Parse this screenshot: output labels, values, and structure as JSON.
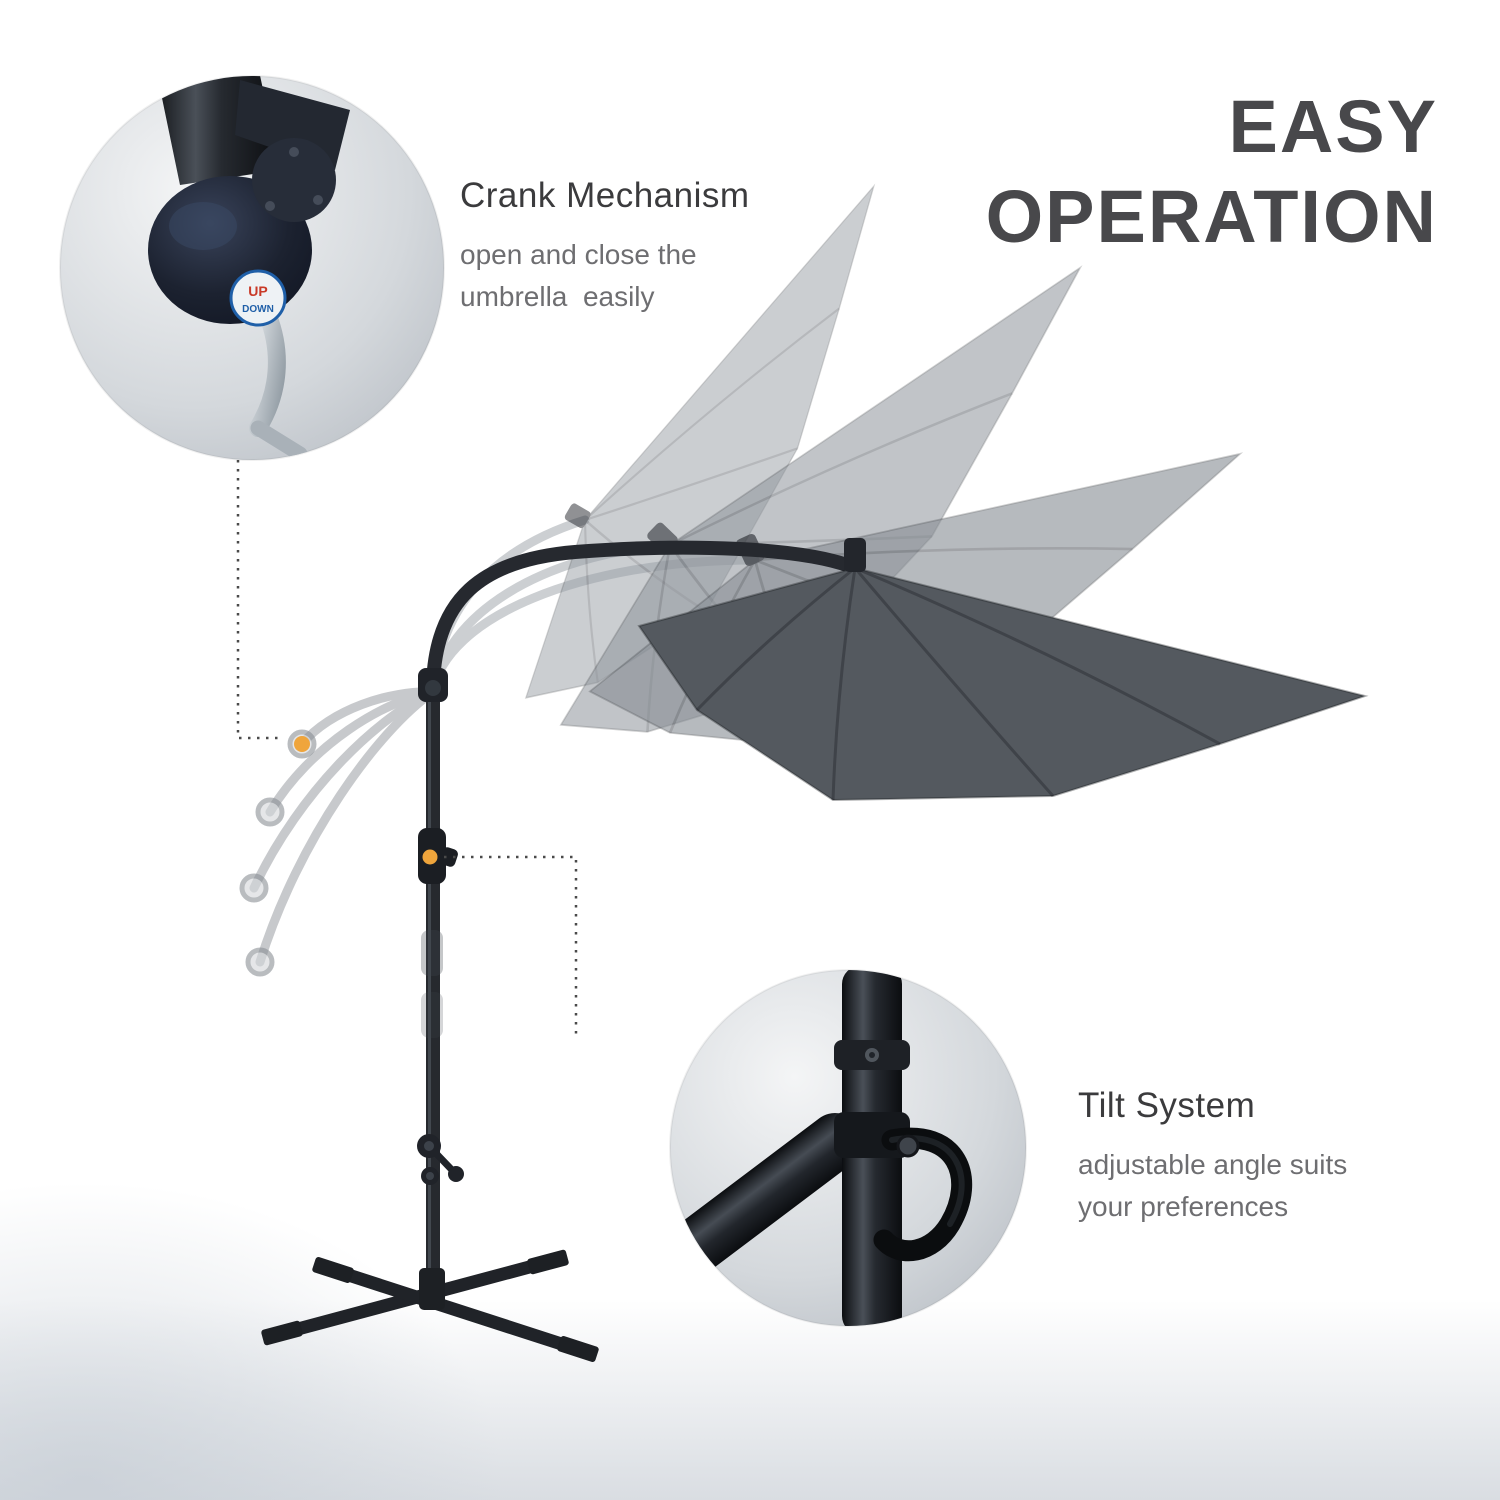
{
  "palette": {
    "background": "#ffffff",
    "headline_text": "#48484b",
    "callout_title_text": "#3b3b3d",
    "callout_desc_text": "#6e6e71",
    "canopy_solid": "#54595f",
    "canopy_ghost": "#8f959c",
    "frame_dark": "#24272c",
    "accent_dot": "#efa53c",
    "connector_line": "#4a4a4a",
    "sticker_up_red": "#c93a28",
    "sticker_down_blue": "#1f5fa8"
  },
  "headline": {
    "line1": "EASY",
    "line2": "OPERATION"
  },
  "callouts": {
    "crank": {
      "title": "Crank Mechanism",
      "desc_line1": "open and close the",
      "desc_line2": "umbrella  easily"
    },
    "tilt": {
      "title": "Tilt System",
      "desc_line1": "adjustable angle suits",
      "desc_line2": "your preferences"
    }
  },
  "insets": {
    "crank": {
      "sticker_line1": "UP",
      "sticker_line2": "DOWN"
    }
  }
}
